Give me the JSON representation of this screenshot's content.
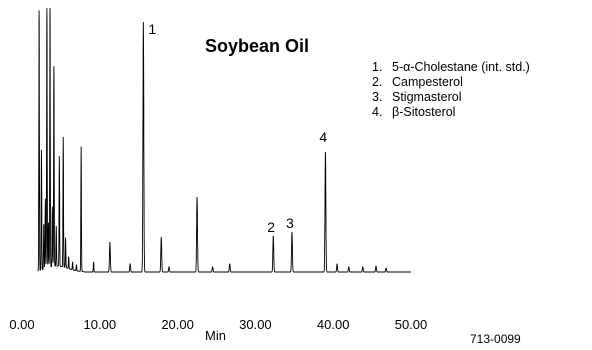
{
  "chart_data": {
    "type": "line",
    "title": "Soybean Oil",
    "xlabel": "Min",
    "ylabel": "",
    "xlim": [
      0,
      50
    ],
    "x_ticks": [
      "0.00",
      "10.00",
      "20.00",
      "30.00",
      "40.00",
      "50.00"
    ],
    "grid": false,
    "legend_position": "top-right",
    "legend": [
      {
        "num": "1.",
        "label": "5-α-Cholestane (int. std.)"
      },
      {
        "num": "2.",
        "label": "Campesterol"
      },
      {
        "num": "3.",
        "label": "Stigmasterol"
      },
      {
        "num": "4.",
        "label": "β-Sitosterol"
      }
    ],
    "peak_labels": [
      {
        "label": "1",
        "x": 15.6
      },
      {
        "label": "2",
        "x": 32.3
      },
      {
        "label": "3",
        "x": 34.7
      },
      {
        "label": "4",
        "x": 39.0
      }
    ],
    "peaks": [
      {
        "t": 2.2,
        "h": 260
      },
      {
        "t": 2.5,
        "h": 120
      },
      {
        "t": 2.8,
        "h": 45
      },
      {
        "t": 3.0,
        "h": 70
      },
      {
        "t": 3.2,
        "h": 260
      },
      {
        "t": 3.4,
        "h": 45
      },
      {
        "t": 3.6,
        "h": 260
      },
      {
        "t": 3.9,
        "h": 60
      },
      {
        "t": 4.1,
        "h": 200
      },
      {
        "t": 4.4,
        "h": 40
      },
      {
        "t": 4.8,
        "h": 110
      },
      {
        "t": 5.3,
        "h": 130
      },
      {
        "t": 5.6,
        "h": 30
      },
      {
        "t": 6.0,
        "h": 12
      },
      {
        "t": 6.5,
        "h": 8
      },
      {
        "t": 7.0,
        "h": 6
      },
      {
        "t": 7.6,
        "h": 125
      },
      {
        "t": 9.2,
        "h": 10
      },
      {
        "t": 11.3,
        "h": 30
      },
      {
        "t": 13.9,
        "h": 8
      },
      {
        "t": 15.6,
        "h": 250
      },
      {
        "t": 17.9,
        "h": 35
      },
      {
        "t": 18.9,
        "h": 5
      },
      {
        "t": 22.5,
        "h": 75
      },
      {
        "t": 24.5,
        "h": 5
      },
      {
        "t": 26.7,
        "h": 8
      },
      {
        "t": 32.3,
        "h": 36
      },
      {
        "t": 34.7,
        "h": 40
      },
      {
        "t": 39.0,
        "h": 120
      },
      {
        "t": 40.5,
        "h": 8
      },
      {
        "t": 42.0,
        "h": 5
      },
      {
        "t": 43.8,
        "h": 5
      },
      {
        "t": 45.5,
        "h": 6
      },
      {
        "t": 46.8,
        "h": 4
      }
    ]
  },
  "doc_code": "713-0099"
}
